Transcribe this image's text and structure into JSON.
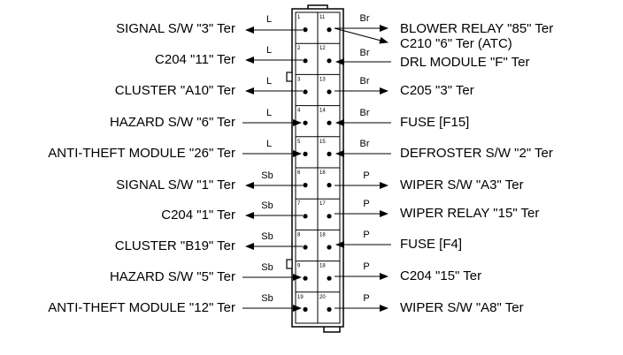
{
  "diagram": {
    "left_terminals": [
      {
        "label": "SIGNAL S/W \"3\" Ter",
        "wire": "L",
        "direction": "out"
      },
      {
        "label": "C204 \"11\" Ter",
        "wire": "L",
        "direction": "out"
      },
      {
        "label": "CLUSTER \"A10\" Ter",
        "wire": "L",
        "direction": "out"
      },
      {
        "label": "HAZARD S/W \"6\" Ter",
        "wire": "L",
        "direction": "in"
      },
      {
        "label": "ANTI-THEFT MODULE \"26\" Ter",
        "wire": "L",
        "direction": "in"
      },
      {
        "label": "SIGNAL S/W \"1\" Ter",
        "wire": "Sb",
        "direction": "out"
      },
      {
        "label": "C204 \"1\" Ter",
        "wire": "Sb",
        "direction": "out"
      },
      {
        "label": "CLUSTER \"B19\" Ter",
        "wire": "Sb",
        "direction": "out"
      },
      {
        "label": "HAZARD S/W \"5\" Ter",
        "wire": "Sb",
        "direction": "in"
      },
      {
        "label": "ANTI-THEFT MODULE \"12\" Ter",
        "wire": "Sb",
        "direction": "in"
      }
    ],
    "right_terminals": [
      {
        "label": "BLOWER RELAY \"85\" Ter",
        "label2": "C210 \"6\" Ter (ATC)",
        "wire": "Br",
        "direction": "out"
      },
      {
        "label": "DRL MODULE \"F\" Ter",
        "wire": "Br",
        "direction": "in"
      },
      {
        "label": "C205 \"3\" Ter",
        "wire": "Br",
        "direction": "out"
      },
      {
        "label": "FUSE [F15]",
        "wire": "Br",
        "direction": "in"
      },
      {
        "label": "DEFROSTER S/W \"2\" Ter",
        "wire": "Br",
        "direction": "in"
      },
      {
        "label": "WIPER S/W \"A3\" Ter",
        "wire": "P",
        "direction": "out"
      },
      {
        "label": "WIPER RELAY \"15\" Ter",
        "wire": "P",
        "direction": "out"
      },
      {
        "label": "FUSE [F4]",
        "wire": "P",
        "direction": "in"
      },
      {
        "label": "C204 \"15\" Ter",
        "wire": "P",
        "direction": "out"
      },
      {
        "label": "WIPER S/W \"A8\" Ter",
        "wire": "P",
        "direction": "out"
      }
    ],
    "left_pins": [
      "1",
      "2",
      "3",
      "4",
      "5",
      "6",
      "7",
      "8",
      "9",
      "19"
    ],
    "right_pins": [
      "11",
      "12",
      "13",
      "14",
      "15",
      "16",
      "17",
      "18",
      "18",
      "20"
    ]
  }
}
